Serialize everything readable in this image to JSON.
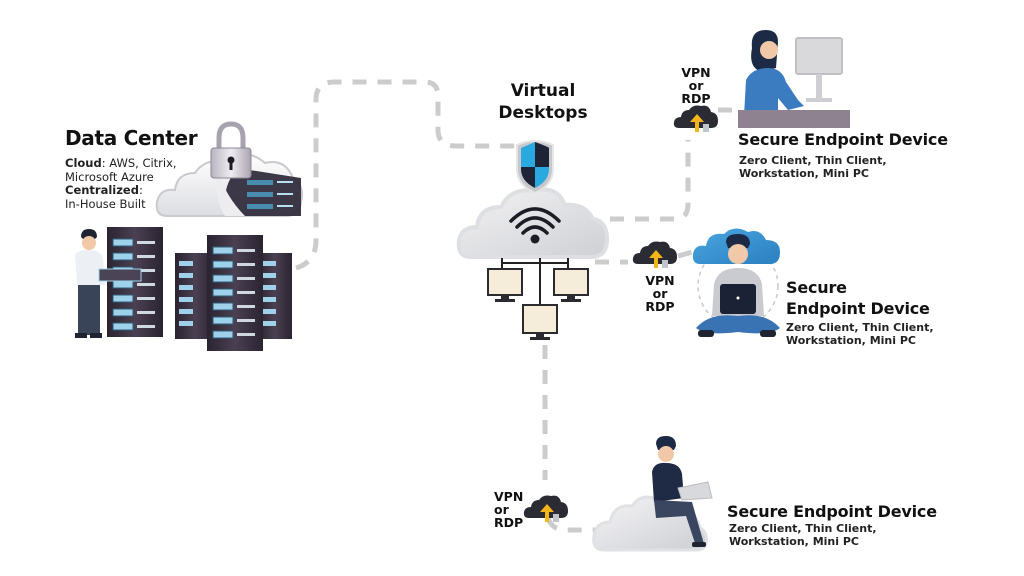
{
  "data_center": {
    "title": "Data Center",
    "cloud_label": "Cloud",
    "cloud_value": ": AWS, Citrix,",
    "cloud_value_2": "Microsoft Azure",
    "centralized_label": "Centralized",
    "centralized_value": ":",
    "centralized_value_2": "In-House Built"
  },
  "virtual_desktops": {
    "title_line1": "Virtual",
    "title_line2": "Desktops"
  },
  "endpoints": [
    {
      "title": "Secure Endpoint Device",
      "sub_line1": "Zero Client, Thin Client,",
      "sub_line2": "Workstation, Mini PC",
      "protocol": [
        "VPN",
        "or",
        "RDP"
      ]
    },
    {
      "title_line1": "Secure",
      "title_line2": "Endpoint Device",
      "sub_line1": "Zero Client, Thin Client,",
      "sub_line2": "Workstation, Mini PC",
      "protocol": [
        "VPN",
        "or",
        "RDP"
      ]
    },
    {
      "title": "Secure Endpoint Device",
      "sub_line1": "Zero Client, Thin Client,",
      "sub_line2": "Workstation, Mini PC",
      "protocol": [
        "VPN",
        "or",
        "RDP"
      ]
    }
  ],
  "colors": {
    "connector": "#cccccc",
    "shield_blue": "#2aa8e0",
    "shield_dark": "#1e2436",
    "cloud_gray": "#e6e6e8",
    "cloud_blue": "#3a9ad9",
    "arrow_yellow": "#f4b41a",
    "monitor_screen": "#f5ecd9",
    "server_body": "#3d3440"
  }
}
